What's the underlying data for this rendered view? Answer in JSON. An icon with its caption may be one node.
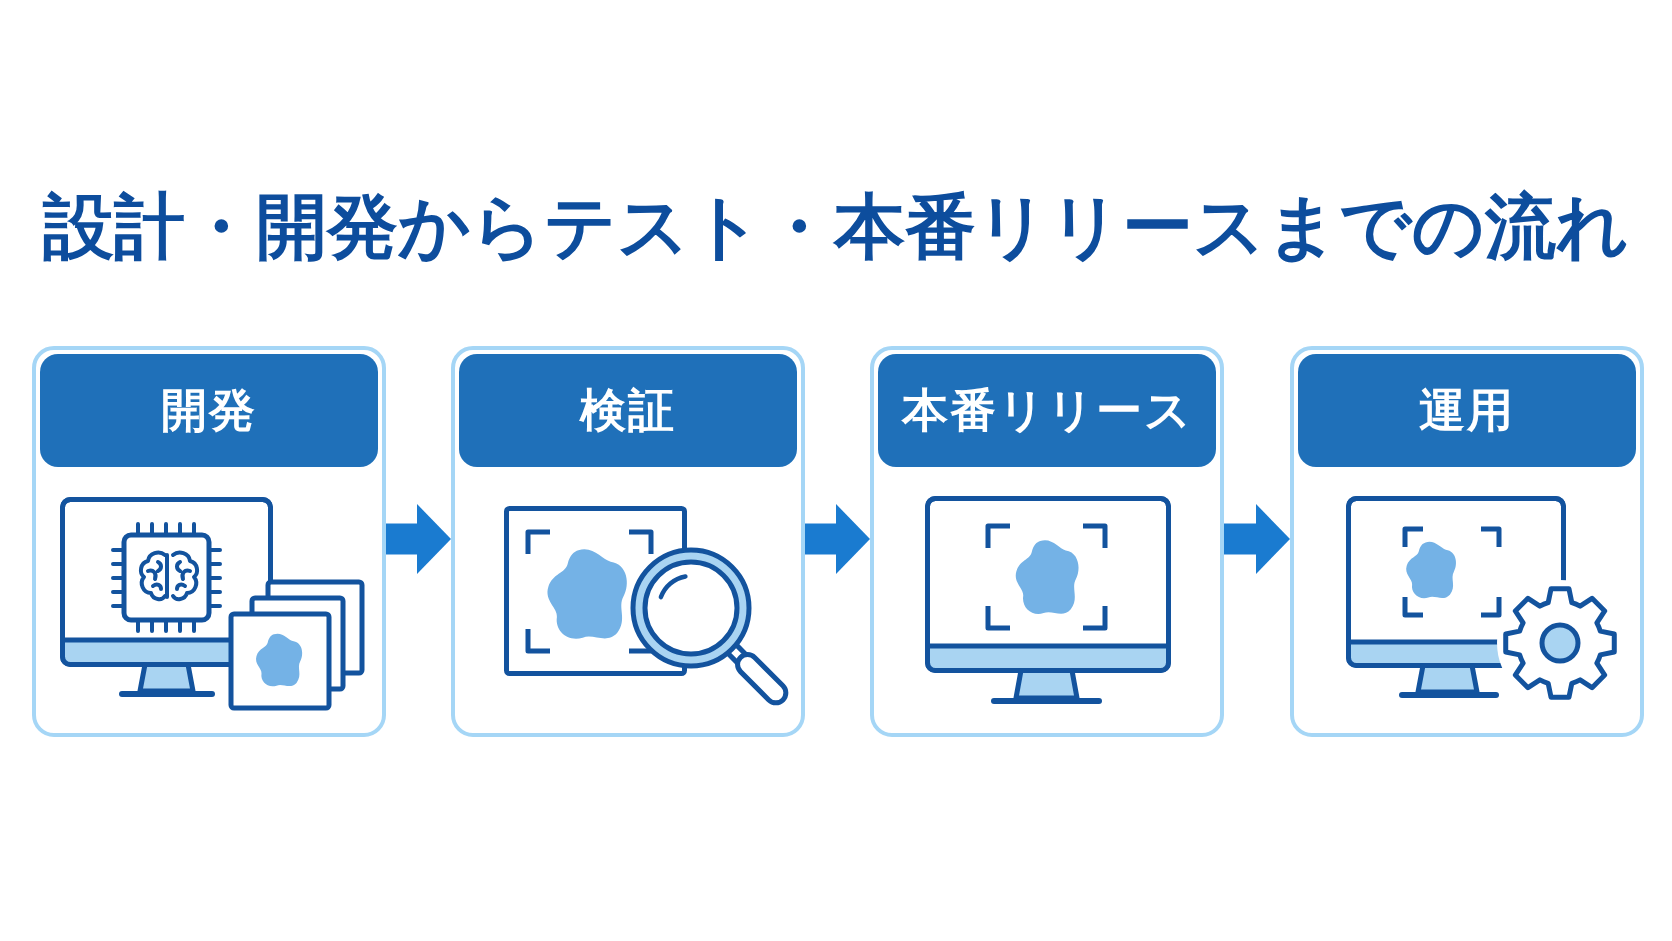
{
  "diagram": {
    "title": "設計・開発からテスト・本番リリースまでの流れ",
    "nodes": [
      {
        "text": [
          "開発"
        ]
      },
      {
        "text": [
          "検証"
        ]
      },
      {
        "text": [
          "本番リリース"
        ]
      },
      {
        "text": [
          "運用"
        ]
      }
    ],
    "edges": [
      {
        "from": 0,
        "to": 1,
        "arrow": "to"
      },
      {
        "from": 1,
        "to": 2,
        "arrow": "to"
      },
      {
        "from": 2,
        "to": 3,
        "arrow": "to"
      }
    ]
  }
}
